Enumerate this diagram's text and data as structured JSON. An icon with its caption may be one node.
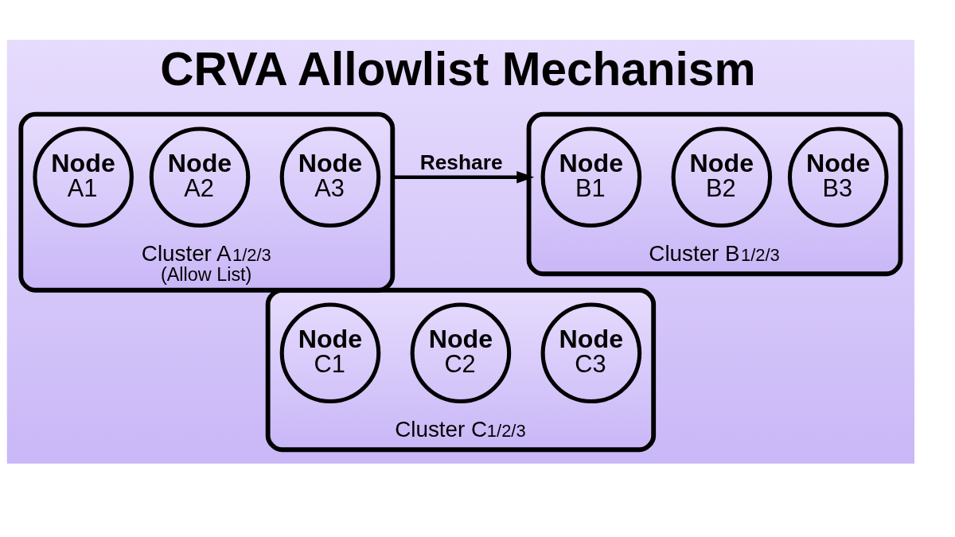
{
  "diagram": {
    "title": "CRVA Allowlist Mechanism",
    "nodes": [
      {
        "text": [
          "Cluster A$_{1/2/3}$",
          "(Allow List)"
        ]
      },
      {
        "text": [
          "Node",
          "A1"
        ],
        "in": 0
      },
      {
        "text": [
          "Node",
          "A2"
        ],
        "in": 0
      },
      {
        "text": [
          "Node",
          "A3"
        ],
        "in": 0
      },
      {
        "text": [
          "Cluster B$_{1/2/3}$"
        ]
      },
      {
        "text": [
          "Node",
          "B1"
        ],
        "in": 4
      },
      {
        "text": [
          "Node",
          "B2"
        ],
        "in": 4
      },
      {
        "text": [
          "Node",
          "B3"
        ],
        "in": 4
      },
      {
        "text": [
          "Cluster C$_{1/2/3}$"
        ]
      },
      {
        "text": [
          "Node",
          "C1"
        ],
        "in": 8
      },
      {
        "text": [
          "Node",
          "C2"
        ],
        "in": 8
      },
      {
        "text": [
          "Node",
          "C3"
        ],
        "in": 8
      }
    ],
    "edges": [
      {
        "from": 0,
        "to": 4,
        "arrow": "to",
        "label": "Reshare"
      }
    ]
  }
}
